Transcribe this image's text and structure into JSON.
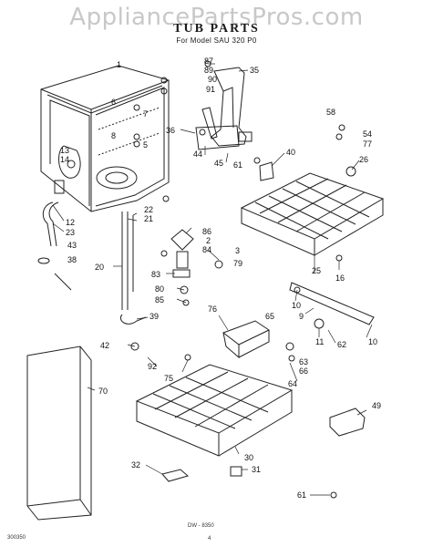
{
  "watermark": "AppliancePartsPros.com",
  "title": "TUB PARTS",
  "subtitle": "For Model SAU 320 P0",
  "drawing_number": "DW - 8350",
  "footer_left": "300350",
  "page_number": "4",
  "callouts": [
    "87",
    "89",
    "90",
    "91",
    "35",
    "1",
    "6",
    "7",
    "8",
    "5",
    "36",
    "44",
    "45",
    "61",
    "40",
    "26",
    "58",
    "54",
    "77",
    "13",
    "14",
    "22",
    "21",
    "12",
    "23",
    "43",
    "38",
    "20",
    "86",
    "2",
    "84",
    "3",
    "79",
    "83",
    "80",
    "85",
    "39",
    "25",
    "16",
    "10",
    "9",
    "11",
    "62",
    "65",
    "63",
    "66",
    "64",
    "76",
    "42",
    "92",
    "75",
    "70",
    "49",
    "32",
    "30",
    "31",
    "61"
  ]
}
